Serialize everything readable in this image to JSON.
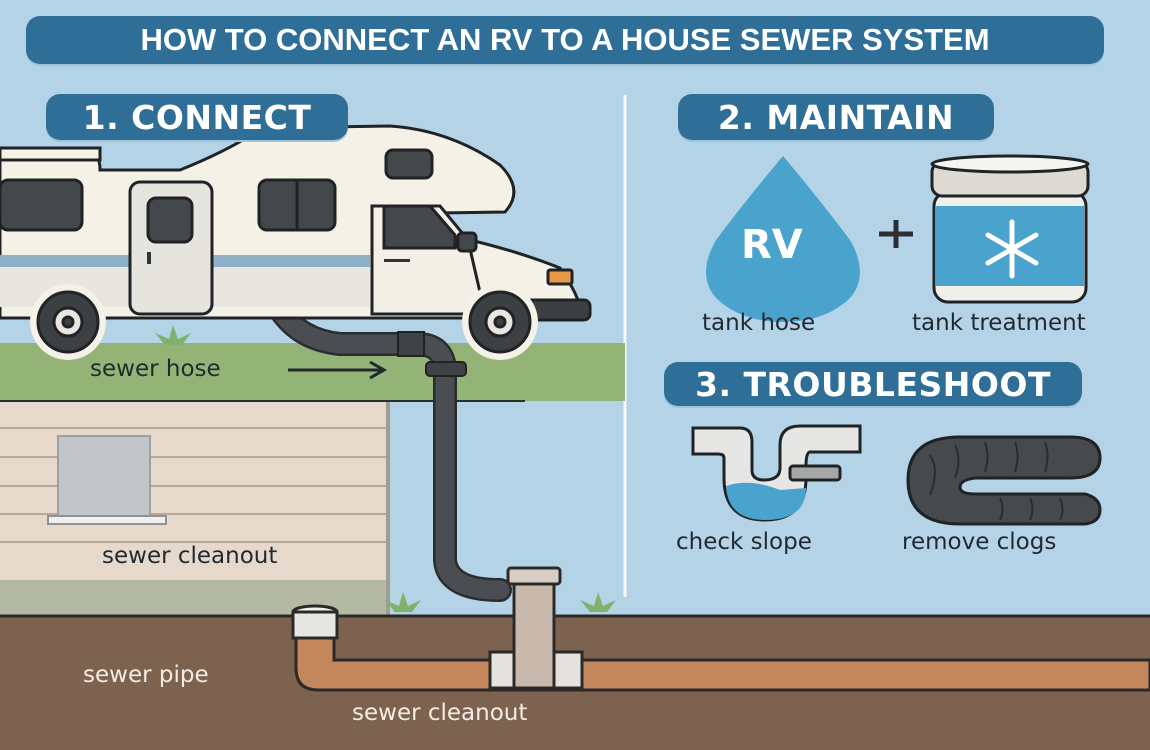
{
  "title": "HOW TO CONNECT AN RV TO A HOUSE SEWER SYSTEM",
  "sections": {
    "connect": {
      "heading": "1. CONNECT",
      "labels": {
        "sewer_hose": "sewer hose",
        "sewer_cleanout_house": "sewer cleanout",
        "sewer_pipe": "sewer pipe",
        "sewer_cleanout_ground": "sewer cleanout"
      }
    },
    "maintain": {
      "heading": "2. MAINTAIN",
      "items": [
        {
          "icon": "water-drop-icon",
          "icon_text": "RV",
          "label": "tank hose"
        },
        {
          "icon": "treatment-jar-icon",
          "label": "tank treatment"
        }
      ],
      "joiner": "+"
    },
    "troubleshoot": {
      "heading": "3. TROUBLESHOOT",
      "items": [
        {
          "icon": "p-trap-pipe-icon",
          "label": "check slope"
        },
        {
          "icon": "coiled-hose-icon",
          "label": "remove clogs"
        }
      ]
    }
  },
  "colors": {
    "sky": "#b5d3e7",
    "banner": "#2f6f97",
    "grass": "#93b476",
    "soil": "#7e6250",
    "pipe_orange": "#c4875c",
    "hose_dark": "#45494d",
    "accent_blue": "#4aa3cc"
  }
}
